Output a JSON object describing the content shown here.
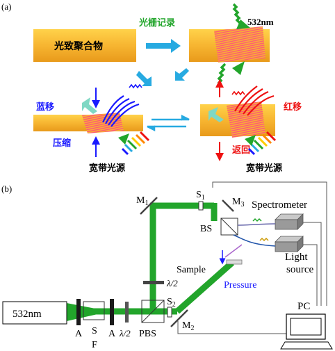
{
  "panel_a": {
    "label": "(a)",
    "polymer_label": "光致聚合物",
    "grating_record_label": "光栅记录",
    "laser_label": "532nm",
    "blue_shift_label": "蓝移",
    "compress_label": "压缩",
    "red_shift_label": "红移",
    "return_label": "返回",
    "broadband_left": "宽带光源",
    "broadband_right": "宽带光源"
  },
  "panel_b": {
    "label": "(b)",
    "laser_label": "532nm",
    "m1": "M",
    "m1_sub": "1",
    "m2": "M",
    "m2_sub": "2",
    "m3": "M",
    "m3_sub": "3",
    "s1": "S",
    "s1_sub": "1",
    "s2": "S",
    "s2_sub": "2",
    "sf_s": "S",
    "sf_f": "F",
    "a_left": "A",
    "a_right": "A",
    "half_wave_lower": "λ/2",
    "pbs": "PBS",
    "half_wave_upper": "λ/2",
    "sample": "Sample",
    "bs": "BS",
    "spectrometer": "Spectrometer",
    "light_source_1": "Light",
    "light_source_2": "source",
    "pressure": "Pressure",
    "pc": "PC"
  },
  "colors": {
    "polymer": "#f7b531",
    "grating": "#ff5a8a",
    "arrow_cyan": "#27aae1",
    "beam_green": "#22a52b",
    "blue": "#1a1aff",
    "red": "#ee1111",
    "label_green": "#22a52b"
  }
}
